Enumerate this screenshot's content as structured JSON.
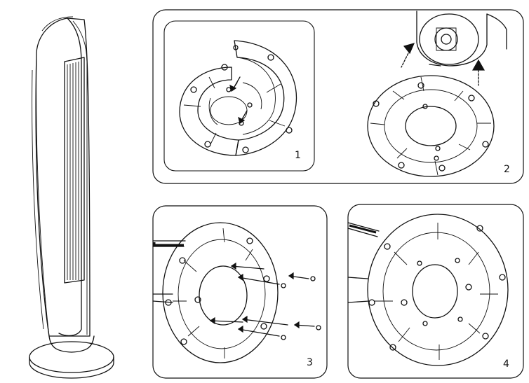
{
  "steps": [
    {
      "number": "1"
    },
    {
      "number": "2"
    },
    {
      "number": "3"
    },
    {
      "number": "4"
    }
  ],
  "colors": {
    "line": "#111111",
    "background": "#ffffff"
  }
}
